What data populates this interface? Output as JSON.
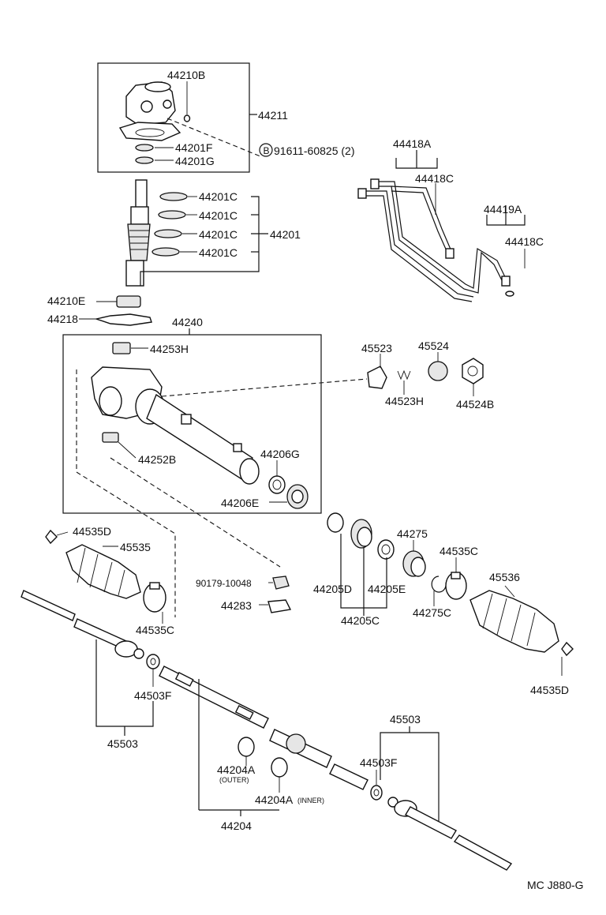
{
  "labels": {
    "p44210B": "44210B",
    "p44211": "44211",
    "p44201F": "44201F",
    "p44201G": "44201G",
    "bolt_ref": "91611-60825 (2)",
    "bolt_mark": "B",
    "p44201C_1": "44201C",
    "p44201C_2": "44201C",
    "p44201C_3": "44201C",
    "p44201C_4": "44201C",
    "p44201": "44201",
    "p44210E": "44210E",
    "p44218": "44218",
    "p44240": "44240",
    "p44253H": "44253H",
    "p44252B": "44252B",
    "p44206G": "44206G",
    "p44206E": "44206E",
    "p44418A": "44418A",
    "p44418C_1": "44418C",
    "p44419A": "44419A",
    "p44418C_2": "44418C",
    "p45523": "45523",
    "p45524": "45524",
    "p44523H": "44523H",
    "p44524B": "44524B",
    "p44535D_1": "44535D",
    "p45535": "45535",
    "p44535C_1": "44535C",
    "p90179": "90179-10048",
    "p44283": "44283",
    "p44275": "44275",
    "p44535C_2": "44535C",
    "p45536": "45536",
    "p44205D": "44205D",
    "p44205E": "44205E",
    "p44275C": "44275C",
    "p44205C": "44205C",
    "p44535D_2": "44535D",
    "p44503F_1": "44503F",
    "p45503_1": "45503",
    "p45503_2": "45503",
    "p44503F_2": "44503F",
    "p44204A_outer": "44204A",
    "outer_note": "(OUTER)",
    "p44204A_inner": "44204A",
    "inner_note": "(INNER)",
    "p44204": "44204",
    "diagram_code": "MC J880-G"
  }
}
